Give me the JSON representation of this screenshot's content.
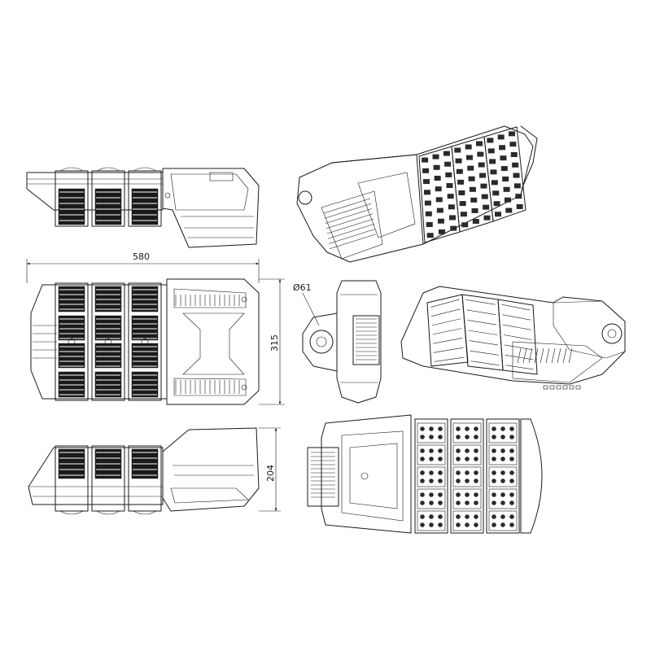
{
  "drawing": {
    "line_color": "#1a1a1a",
    "background": "#ffffff",
    "dimensions": {
      "overall_length": "580",
      "overall_width": "315",
      "height": "204",
      "mount_diameter": "Ø61"
    },
    "views": [
      "side-view-top",
      "top-view",
      "side-view-bottom",
      "end-view",
      "iso-view-top",
      "iso-view-bottom",
      "bottom-view"
    ],
    "led_modules_per_view": 3
  }
}
